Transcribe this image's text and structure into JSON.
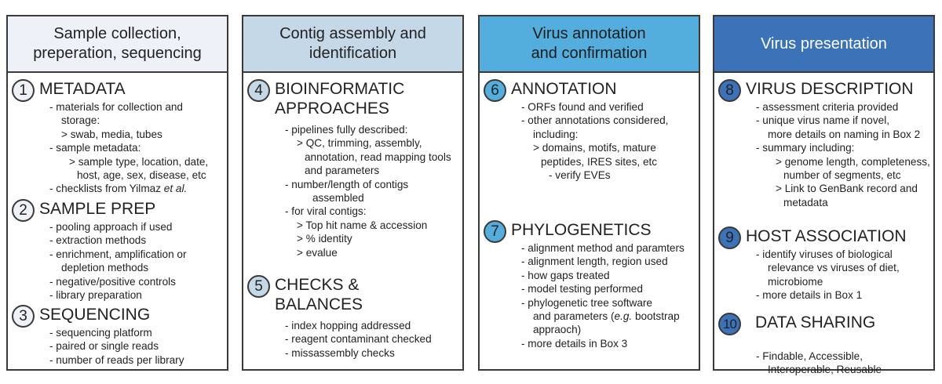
{
  "columns": [
    {
      "header": "Sample collection,\npreperation, sequencing",
      "header_bg": "#eef1f8",
      "header_color": "#222222",
      "num_bg": "#eef1f8",
      "sections": [
        {
          "num": "1",
          "title": "METADATA",
          "lines": [
            {
              "t": "- materials for collection and",
              "i": 1
            },
            {
              "t": "storage:",
              "i": 2
            },
            {
              "t": "> swab, media, tubes",
              "i": 2
            },
            {
              "t": "- sample metadata:",
              "i": 1
            },
            {
              "t": "> sample type, location, date,",
              "i": 3
            },
            {
              "t": "host, age, sex, disease, etc",
              "i": 4
            },
            {
              "t": "- checklists from Yilmaz et al.",
              "i": 1
            }
          ]
        },
        {
          "num": "2",
          "title": "SAMPLE PREP",
          "lines": [
            {
              "t": "- pooling approach if used",
              "i": 1
            },
            {
              "t": "- extraction methods",
              "i": 1
            },
            {
              "t": "- enrichment, amplification or",
              "i": 1
            },
            {
              "t": "depletion methods",
              "i": 2
            },
            {
              "t": "- negative/positive controls",
              "i": 1
            },
            {
              "t": "- library preparation",
              "i": 1
            }
          ]
        },
        {
          "num": "3",
          "title": "SEQUENCING",
          "lines": [
            {
              "t": "- sequencing platform",
              "i": 1
            },
            {
              "t": "- paired or single reads",
              "i": 1
            },
            {
              "t": "- number of reads per library",
              "i": 1
            }
          ]
        }
      ]
    },
    {
      "header": "Contig assembly and\nidentification",
      "header_bg": "#c5d8e8",
      "header_color": "#222222",
      "num_bg": "#c5d8e8",
      "sections": [
        {
          "num": "4",
          "title": "BIOINFORMATIC\nAPPROACHES",
          "lines": [
            {
              "t": "- pipelines fully described:",
              "i": 1
            },
            {
              "t": "> QC, trimming, assembly,",
              "i": 2
            },
            {
              "t": "annotation, read mapping tools",
              "i": 3
            },
            {
              "t": "and parameters",
              "i": 3
            },
            {
              "t": "- number/length of contigs",
              "i": 1
            },
            {
              "t": "assembled",
              "i": 4
            },
            {
              "t": "- for viral contigs:",
              "i": 1
            },
            {
              "t": "> Top hit name & accession",
              "i": 2
            },
            {
              "t": "> % identity",
              "i": 2
            },
            {
              "t": "> evalue",
              "i": 2
            }
          ]
        },
        {
          "num": "5",
          "title": "CHECKS &\nBALANCES",
          "lines": [
            {
              "t": "- index hopping addressed",
              "i": 1
            },
            {
              "t": "- reagent contaminant checked",
              "i": 1
            },
            {
              "t": "- missassembly checks",
              "i": 1
            }
          ]
        }
      ]
    },
    {
      "header": "Virus annotation\nand confirmation",
      "header_bg": "#53aede",
      "header_color": "#1c1c1c",
      "num_bg": "#53aede",
      "sections": [
        {
          "num": "6",
          "title": "ANNOTATION",
          "lines": [
            {
              "t": "- ORFs found and verified",
              "i": 1
            },
            {
              "t": "- other annotations considered,",
              "i": 1
            },
            {
              "t": "including:",
              "i": 2
            },
            {
              "t": "> domains, motifs, mature",
              "i": 2
            },
            {
              "t": "peptides, IRES sites, etc",
              "i": 3
            },
            {
              "t": "- verify EVEs",
              "i": 4
            }
          ]
        },
        {
          "num": "7",
          "title": "PHYLOGENETICS",
          "lines": [
            {
              "t": "- alignment method and paramters",
              "i": 1
            },
            {
              "t": "- alignment length, region used",
              "i": 1
            },
            {
              "t": "- how gaps treated",
              "i": 1
            },
            {
              "t": "- model testing performed",
              "i": 1
            },
            {
              "t": "- phylogenetic tree software",
              "i": 1
            },
            {
              "t": "and parameters (e.g. bootstrap",
              "i": 2
            },
            {
              "t": "appraoch)",
              "i": 2
            },
            {
              "t": "- more details in Box 3",
              "i": 1
            }
          ]
        }
      ]
    },
    {
      "header": "Virus presentation",
      "header_bg": "#3c72b8",
      "header_color": "#ffffff",
      "num_bg": "#3c72b8",
      "sections": [
        {
          "num": "8",
          "title": "VIRUS DESCRIPTION",
          "lines": [
            {
              "t": "- assessment criteria provided",
              "i": 1
            },
            {
              "t": "- unique virus name if novel,",
              "i": 1
            },
            {
              "t": "more details on naming in Box 2",
              "i": 2
            },
            {
              "t": "- summary including:",
              "i": 1
            },
            {
              "t": "> genome length, completeness,",
              "i": 3
            },
            {
              "t": "number of segments, etc",
              "i": 4
            },
            {
              "t": "> Link to GenBank record and",
              "i": 3
            },
            {
              "t": "metadata",
              "i": 4
            }
          ]
        },
        {
          "num": "9",
          "title": "HOST ASSOCIATION",
          "lines": [
            {
              "t": "- identify viruses of biological",
              "i": 1
            },
            {
              "t": "relevance vs viruses of diet,",
              "i": 2
            },
            {
              "t": "microbiome",
              "i": 2
            },
            {
              "t": "- more details in Box 1",
              "i": 1
            }
          ]
        },
        {
          "num": "10",
          "title": "DATA SHARING",
          "lines": [
            {
              "t": "- Findable, Accessible,",
              "i": 1
            },
            {
              "t": "Interoperable, Reusable",
              "i": 2
            }
          ]
        }
      ]
    }
  ]
}
